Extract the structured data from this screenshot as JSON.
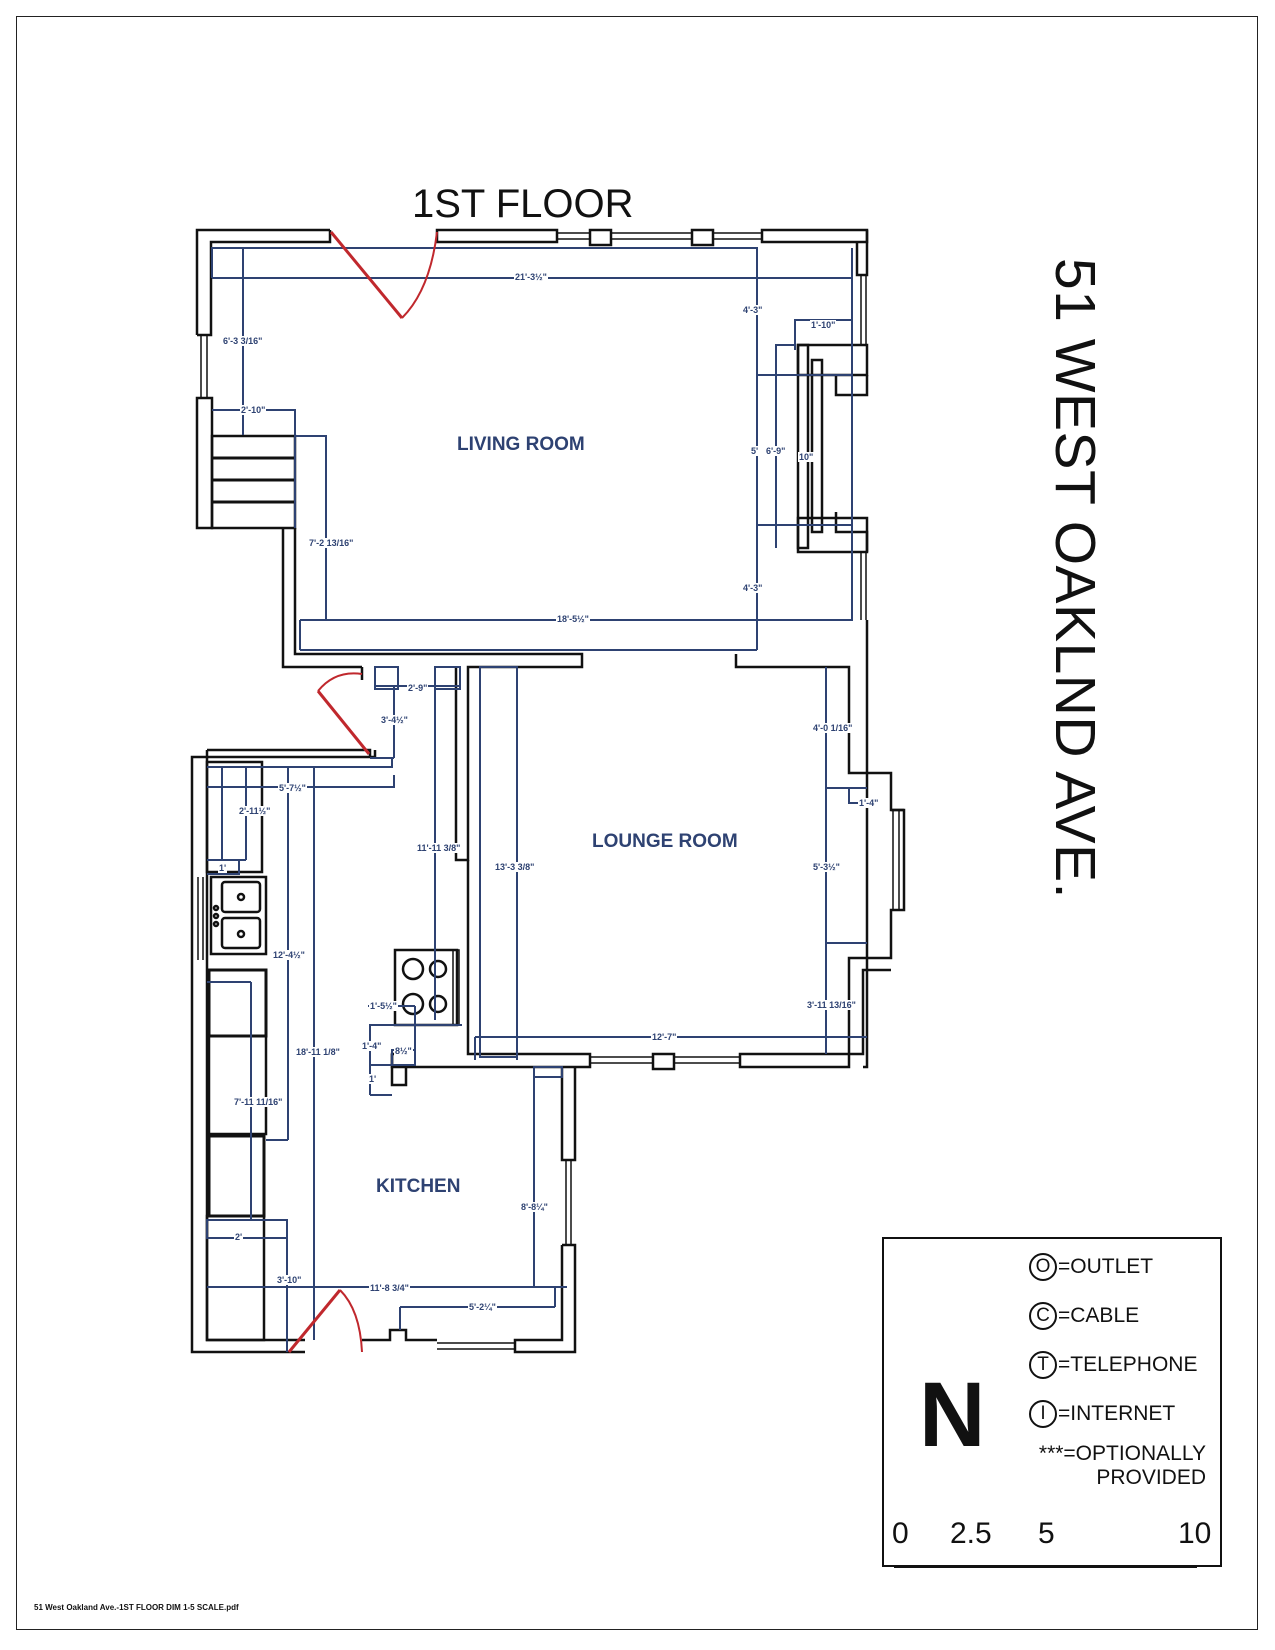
{
  "sheet": {
    "title": "1ST FLOOR",
    "address": "51 WEST OAKLND AVE.",
    "footer_filename": "51 West Oakland Ave.-1ST FLOOR DIM 1-5 SCALE.pdf"
  },
  "rooms": {
    "living_room": "LIVING ROOM",
    "lounge_room": "LOUNGE ROOM",
    "kitchen": "KITCHEN"
  },
  "dimensions": {
    "living_top_width": "21'-3½\"",
    "living_left_height": "6'-3 3/16\"",
    "stair_width": "2'-10\"",
    "living_stair_side": "7'-2 13/16\"",
    "living_bottom_width": "18'-5½\"",
    "living_right_upper": "4'-3\"",
    "living_right_lower": "4'-3\"",
    "bay_depth": "1'-10\"",
    "bay_inner": "10\"",
    "bay_center_a": "5'",
    "bay_center_b": "6'-9\"",
    "hall_width": "2'-9\"",
    "entry_depth": "3'-4½\"",
    "hall_length": "11'-11 3/8\"",
    "lounge_left": "13'-3 3/8\"",
    "lounge_right_upper": "4'-0 1/16\"",
    "lounge_bay_depth": "1'-4\"",
    "lounge_bay_width": "5'-3½\"",
    "lounge_right_lower": "3'-11 13/16\"",
    "lounge_bottom": "12'-7\"",
    "kitchen_top_width": "5'-7½\"",
    "counter_depth": "2'-11½\"",
    "counter_end": "1'",
    "kitchen_sink_run": "12'-4½\"",
    "kitchen_total_length": "18'-11 1/8\"",
    "cabinet_run": "7'-11 11/16\"",
    "stove_side": "1'-5½\"",
    "pantry_depth": "1'-4\"",
    "pantry_width": "8½\"",
    "pantry_small": "1'",
    "kitchen_right": "8'-8¼\"",
    "counter_small": "2'",
    "kitchen_door_side": "3'-10\"",
    "kitchen_bottom": "11'-8 3/4\"",
    "kitchen_window": "5'-2¼\""
  },
  "legend": {
    "items": [
      {
        "symbol": "O",
        "label": "=OUTLET"
      },
      {
        "symbol": "C",
        "label": "=CABLE"
      },
      {
        "symbol": "T",
        "label": "=TELEPHONE"
      },
      {
        "symbol": "I",
        "label": "=INTERNET"
      }
    ],
    "note_line1": "***=OPTIONALLY",
    "note_line2": "PROVIDED",
    "north_letter": "N",
    "scale_ticks": [
      "0",
      "2.5",
      "5",
      "10"
    ]
  },
  "colors": {
    "wall": "#111111",
    "dimension": "#2e4272",
    "door": "#c0282d"
  }
}
